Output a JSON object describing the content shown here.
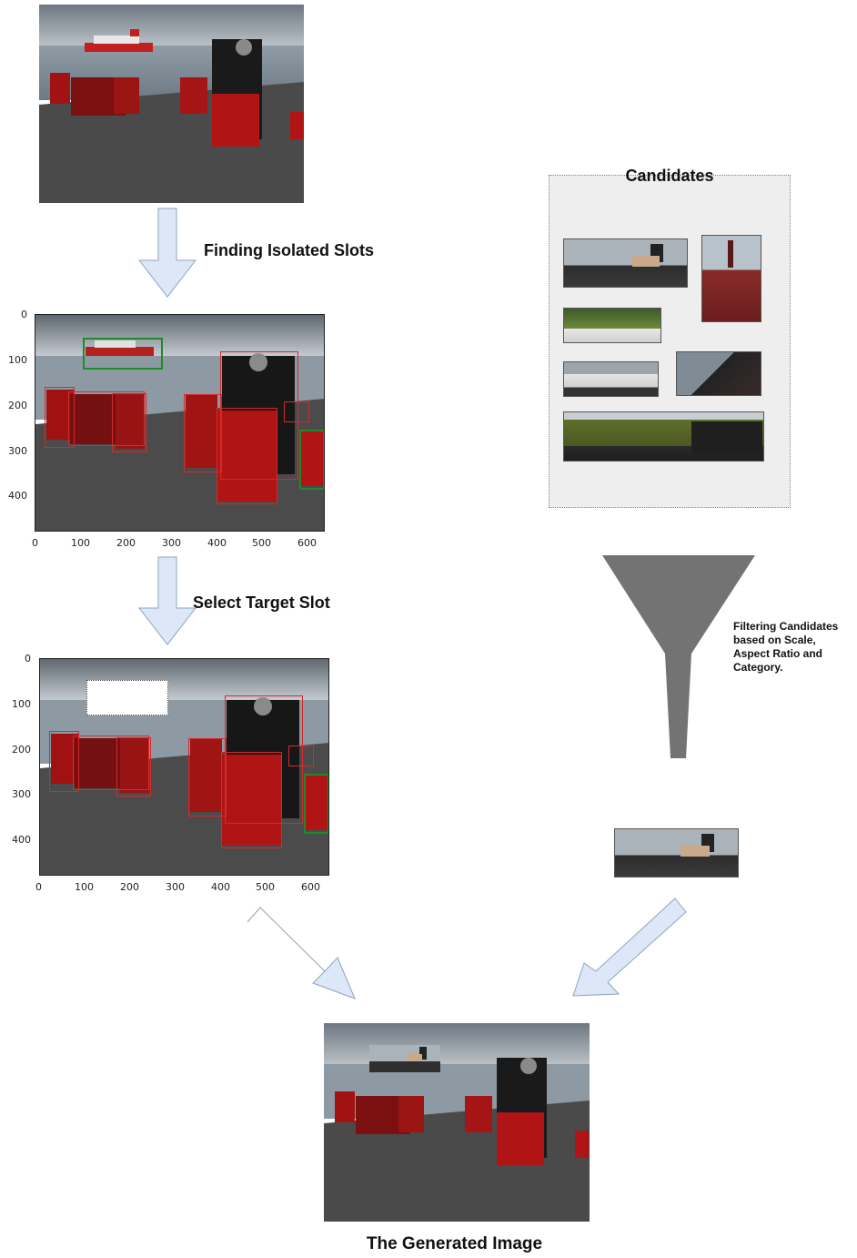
{
  "labels": {
    "finding": "Finding Isolated Slots",
    "select": "Select Target Slot",
    "candidates": "Candidates",
    "filtering": "Filtering Candidates based on Scale, Aspect Ratio and Category.",
    "generated": "The Generated Image"
  },
  "plot_ticks": {
    "y": [
      "0",
      "100",
      "200",
      "300",
      "400"
    ],
    "x": [
      "0",
      "100",
      "200",
      "300",
      "400",
      "500",
      "600"
    ]
  },
  "colors": {
    "arrow_fill": "#dce8f8",
    "arrow_stroke": "#8fa3bd",
    "funnel": "#737373",
    "box_red": "#d42a2a",
    "box_green": "#1f8a2a",
    "panel_bg": "#eeeeee"
  }
}
